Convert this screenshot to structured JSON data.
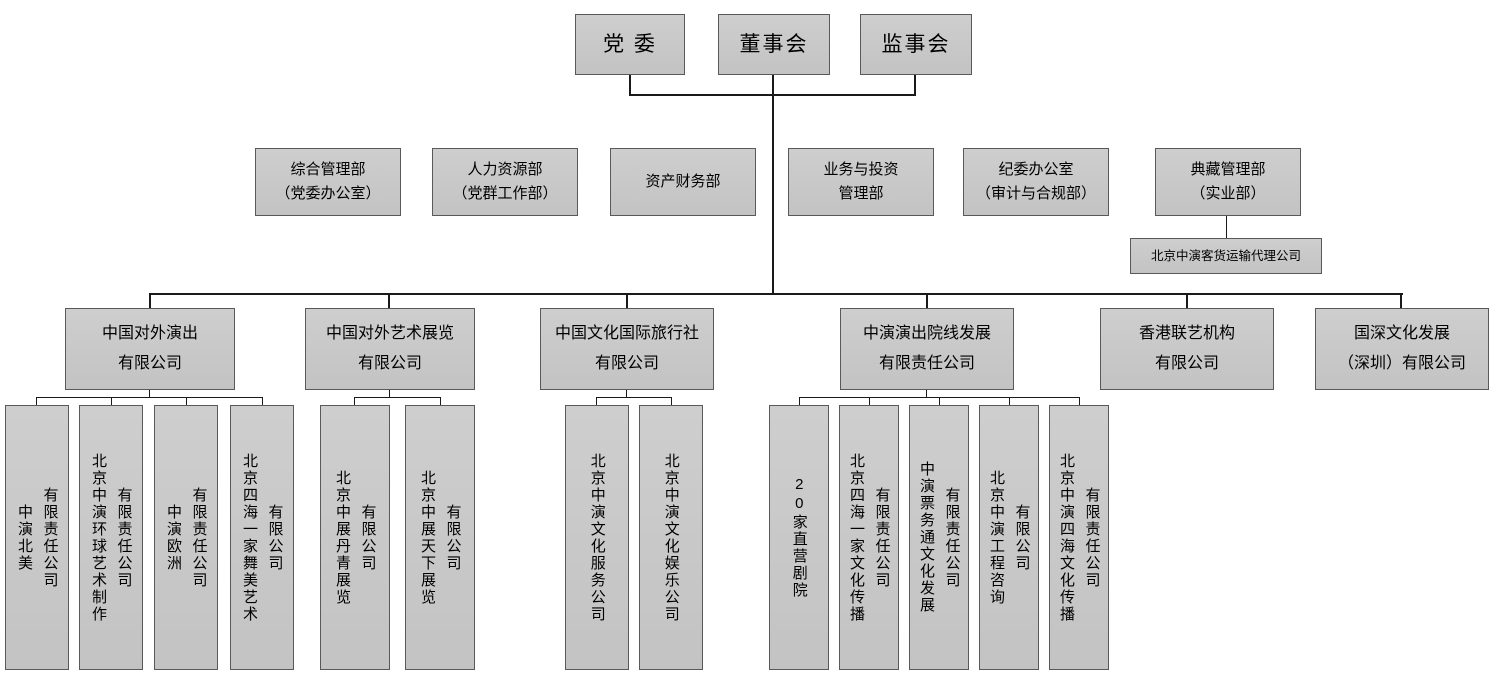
{
  "colors": {
    "background": "#ffffff",
    "box_fill": "#c9c9c9",
    "box_border": "#595959",
    "connector": "#1a1a1a",
    "text": "#000000"
  },
  "org_chart": {
    "top_row": [
      {
        "label": "党 委"
      },
      {
        "label": "董事会"
      },
      {
        "label": "监事会"
      }
    ],
    "departments": [
      {
        "label": "综合管理部\n（党委办公室）"
      },
      {
        "label": "人力资源部\n（党群工作部）"
      },
      {
        "label": "资产财务部"
      },
      {
        "label": "业务与投资\n管理部"
      },
      {
        "label": "纪委办公室\n（审计与合规部）"
      },
      {
        "label": "典藏管理部\n（实业部）"
      }
    ],
    "department_subsidiary": {
      "label": "北京中演客货运输代理公司"
    },
    "subsidiaries": [
      {
        "label": "中国对外演出\n有限公司",
        "children": [
          {
            "label": "中演北美\n有限责任公司"
          },
          {
            "label": "北京中演环球艺术制作\n有限责任公司"
          },
          {
            "label": "中演欧洲\n有限责任公司"
          },
          {
            "label": "北京四海一家舞美艺术\n有限公司"
          }
        ]
      },
      {
        "label": "中国对外艺术展览\n有限公司",
        "children": [
          {
            "label": "北京中展丹青展览\n有限公司"
          },
          {
            "label": "北京中展天下展览\n有限公司"
          }
        ]
      },
      {
        "label": "中国文化国际旅行社\n有限公司",
        "children": [
          {
            "label": "北京中演文化服务公司"
          },
          {
            "label": "北京中演文化娱乐公司"
          }
        ]
      },
      {
        "label": "中演演出院线发展\n有限责任公司",
        "children": [
          {
            "label": "20家直营剧院"
          },
          {
            "label": "北京四海一家文化传播\n有限责任公司"
          },
          {
            "label": "中演票务通文化发展\n有限责任公司"
          },
          {
            "label": "北京中演工程咨询\n有限公司"
          },
          {
            "label": "北京中演四海文化传播\n有限责任公司"
          }
        ]
      },
      {
        "label": "香港联艺机构\n有限公司",
        "children": []
      },
      {
        "label": "国深文化发展\n（深圳）有限公司",
        "children": []
      }
    ]
  }
}
